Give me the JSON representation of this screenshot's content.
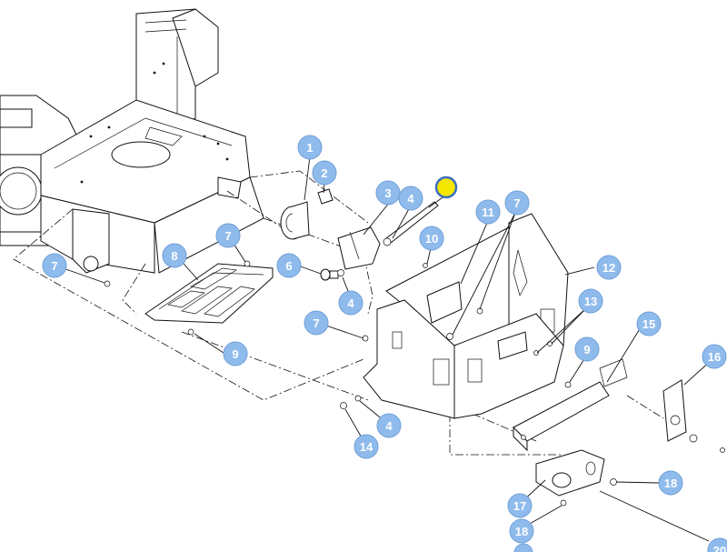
{
  "diagram": {
    "callouts": [
      {
        "label": "1"
      },
      {
        "label": "2"
      },
      {
        "label": "3"
      },
      {
        "label": "4"
      },
      {
        "label": "11"
      },
      {
        "label": "7"
      },
      {
        "label": "10"
      },
      {
        "label": "12"
      },
      {
        "label": "7"
      },
      {
        "label": "8"
      },
      {
        "label": "7"
      },
      {
        "label": "6"
      },
      {
        "label": "4"
      },
      {
        "label": "13"
      },
      {
        "label": "15"
      },
      {
        "label": "7"
      },
      {
        "label": "9"
      },
      {
        "label": "9"
      },
      {
        "label": "16"
      },
      {
        "label": "4"
      },
      {
        "label": "14"
      },
      {
        "label": "18"
      },
      {
        "label": "17"
      },
      {
        "label": "18"
      },
      {
        "label": "20"
      }
    ],
    "highlight_color": "#f5e600",
    "callout_color": "#8fbbec"
  }
}
